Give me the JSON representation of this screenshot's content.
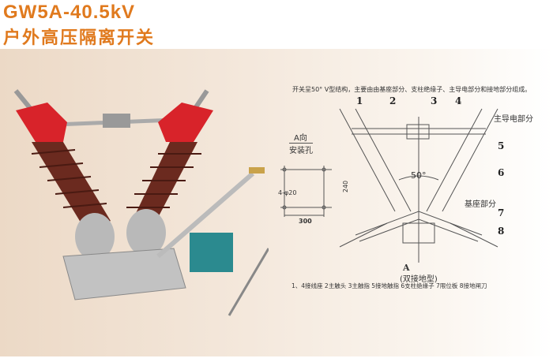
{
  "title": {
    "model": "GW5A-40.5kV",
    "name": "户外高压隔离开关"
  },
  "diagram": {
    "description": "开关呈50° V型结构，主要由由基座部分、支柱绝缘子、主导电部分和接地部分组成。",
    "numbers": [
      "1",
      "2",
      "3",
      "4",
      "5",
      "6",
      "7",
      "8"
    ],
    "labels": {
      "main_conductive": "主导电部分",
      "base": "基座部分",
      "angle": "50°",
      "view": "A向",
      "mount_holes": "安装孔",
      "hole_spec": "4-φ20",
      "dim_h": "240",
      "dim_w": "300",
      "a": "A",
      "type": "(双接地型)"
    },
    "caption": "1、4接线座 2主触头 3主触指 5接地触指 6支柱绝缘子 7限位板 8接地闸刀"
  },
  "colors": {
    "title": "#e07a1e",
    "insulator": "#6b2a1f",
    "cap": "#d8232a"
  }
}
